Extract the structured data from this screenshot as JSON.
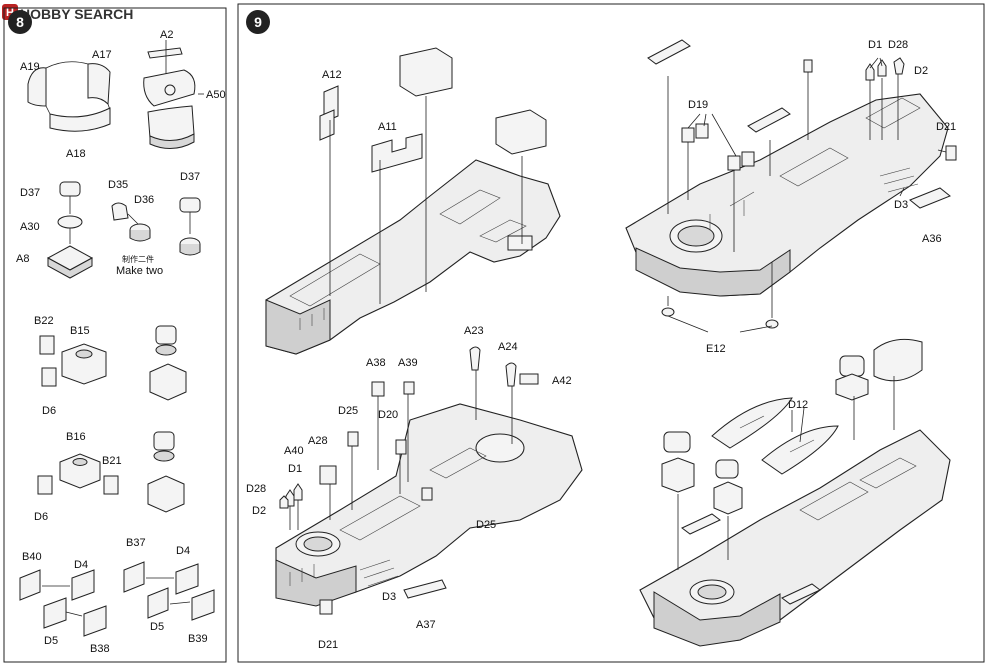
{
  "watermark": {
    "brand": "HOBBY SEARCH"
  },
  "steps": {
    "left": "8",
    "right": "9"
  },
  "step8_labels": {
    "a19": "A19",
    "a17": "A17",
    "a18": "A18",
    "a2": "A2",
    "a50": "A50",
    "d37a": "D37",
    "a30": "A30",
    "a8": "A8",
    "d35": "D35",
    "d36": "D36",
    "d37b": "D37",
    "note_cn": "制作二件",
    "note_en": "Make two",
    "b22": "B22",
    "b15": "B15",
    "d6a": "D6",
    "b16": "B16",
    "b21": "B21",
    "d6b": "D6",
    "b40": "B40",
    "d4a": "D4",
    "d5a": "D5",
    "b38": "B38",
    "b37": "B37",
    "d4b": "D4",
    "d5b": "D5",
    "b39": "B39"
  },
  "step9_labels": {
    "a12": "A12",
    "a11": "A11",
    "d1": "D1",
    "d28": "D28",
    "d2": "D2",
    "d19": "D19",
    "d21": "D21",
    "d3": "D3",
    "a36": "A36",
    "e12": "E12",
    "a38": "A38",
    "a39": "A39",
    "a23": "A23",
    "a24": "A24",
    "a42": "A42",
    "d25a": "D25",
    "d20": "D20",
    "a40": "A40",
    "a28": "A28",
    "d1b": "D1",
    "d28b": "D28",
    "d2b": "D2",
    "d25b": "D25",
    "d3b": "D3",
    "a37": "A37",
    "d21b": "D21",
    "d12": "D12"
  }
}
